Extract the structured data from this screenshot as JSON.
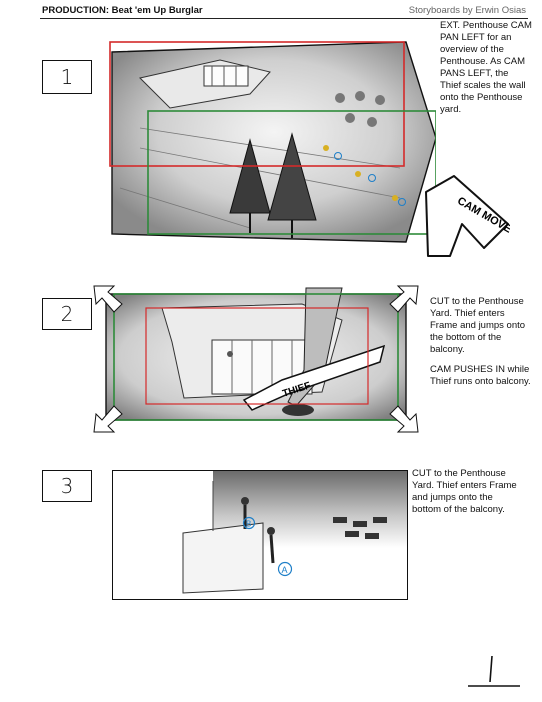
{
  "header": {
    "production": "PRODUCTION:  Beat 'em Up Burglar",
    "credit": "Storyboards by Erwin Osias"
  },
  "panels": [
    {
      "number": "1",
      "caption": "EXT. Penthouse CAM PAN LEFT for an overview of the Penthouse. As CAM PANS LEFT, the Thief scales the wall onto the Penthouse yard.",
      "arrow_text": "CAM MOVE"
    },
    {
      "number": "2",
      "caption": "CUT to the Penthouse Yard. Thief enters Frame and jumps onto the bottom of the balcony.",
      "caption2": "CAM PUSHES IN while Thief runs onto balcony.",
      "arrow_text": "THIEF"
    },
    {
      "number": "3",
      "caption": "CUT to the Penthouse Yard. Thief enters Frame and jumps onto the bottom of the balcony.",
      "mark_a": "A",
      "mark_b": "B"
    }
  ],
  "page_number": "1",
  "colors": {
    "red_frame": "#d42a2a",
    "green_frame": "#2e8b3a",
    "marker_blue": "#1e7fc8"
  }
}
